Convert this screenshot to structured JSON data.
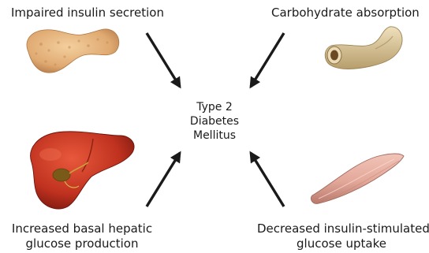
{
  "diagram": {
    "center": {
      "lines": [
        "Type 2",
        "Diabetes",
        "Mellitus"
      ]
    },
    "factors": {
      "top_left": {
        "lines": [
          "Impaired insulin secretion"
        ],
        "icon": "pancreas-icon"
      },
      "top_right": {
        "lines": [
          "Carbohydrate absorption"
        ],
        "icon": "intestine-icon"
      },
      "bottom_left": {
        "lines": [
          "Increased basal hepatic",
          "glucose production"
        ],
        "icon": "liver-icon"
      },
      "bottom_right": {
        "lines": [
          "Decreased insulin-stimulated",
          "glucose uptake"
        ],
        "icon": "muscle-icon"
      }
    },
    "colors": {
      "text": "#1a1a1a",
      "arrow": "#1a1a1a",
      "pancreas": "#e0b07a",
      "intestine": "#d9c49a",
      "liver": "#c0321f",
      "muscle": "#e3a89a"
    }
  }
}
